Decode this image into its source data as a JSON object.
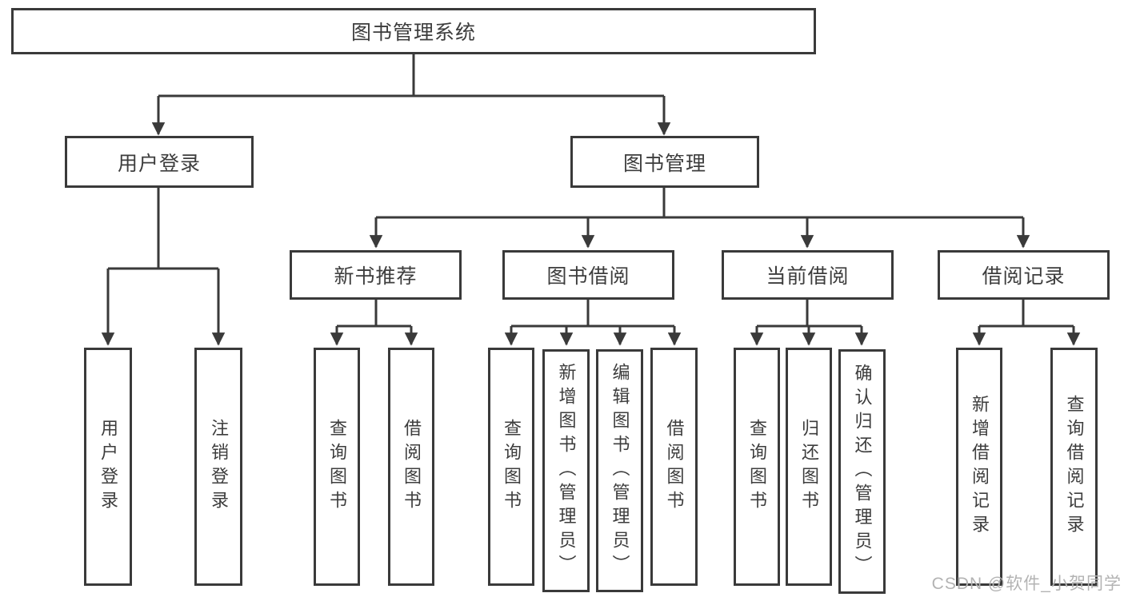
{
  "tree": {
    "label": "图书管理系统",
    "children": [
      {
        "label": "用户登录",
        "children": [
          {
            "label": "用户登录"
          },
          {
            "label": "注销登录"
          }
        ]
      },
      {
        "label": "图书管理",
        "children": [
          {
            "label": "新书推荐",
            "children": [
              {
                "label": "查询图书"
              },
              {
                "label": "借阅图书"
              }
            ]
          },
          {
            "label": "图书借阅",
            "children": [
              {
                "label": "查询图书"
              },
              {
                "label": "新增图书（管理员）"
              },
              {
                "label": "编辑图书（管理员）"
              },
              {
                "label": "借阅图书"
              }
            ]
          },
          {
            "label": "当前借阅",
            "children": [
              {
                "label": "查询图书"
              },
              {
                "label": "归还图书"
              },
              {
                "label": "确认归还（管理员）"
              }
            ]
          },
          {
            "label": "借阅记录",
            "children": [
              {
                "label": "新增借阅记录"
              },
              {
                "label": "查询借阅记录"
              }
            ]
          }
        ]
      }
    ]
  },
  "watermark": {
    "text": "CSDN @软件_小贺同学"
  },
  "colors": {
    "line": "#3a3a3a",
    "box_border": "#3a3a3a",
    "text": "#3d3d3d",
    "watermark": "#b3b3b3",
    "background": "#ffffff"
  }
}
